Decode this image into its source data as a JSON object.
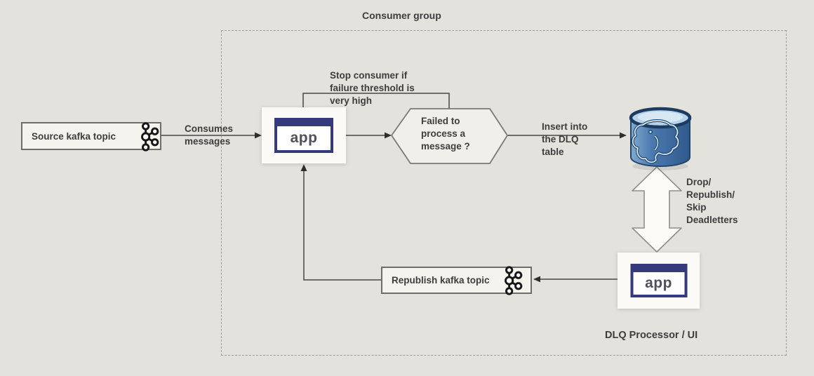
{
  "group": {
    "label": "Consumer group"
  },
  "nodes": {
    "source_topic": {
      "label": "Source kafka topic",
      "icon": "kafka-icon"
    },
    "app_consumer": {
      "label": "app",
      "icon": "app-window-icon"
    },
    "decision": {
      "label": "Failed to\nprocess a\nmessage ?"
    },
    "database": {
      "icon": "postgresql-database-icon"
    },
    "app_dlq": {
      "label": "app",
      "icon": "app-window-icon",
      "caption": "DLQ Processor / UI"
    },
    "republish_topic": {
      "label": "Republish kafka topic",
      "icon": "kafka-icon"
    }
  },
  "edges": {
    "consumes": {
      "label": "Consumes\nmessages"
    },
    "stop_consumer": {
      "label": "Stop consumer if\nfailure threshold is\nvery high"
    },
    "insert_dlq": {
      "label": "Insert into\nthe DLQ\ntable"
    },
    "dlq_actions": {
      "label": "Drop/\nRepublish/\nSkip\nDeadletters"
    }
  },
  "colors": {
    "background": "#e3e2dd",
    "line": "#464646",
    "app_window_navy": "#343a7c",
    "db_body_blue": "#4a7ab0",
    "db_rim_navy": "#1d3b5e",
    "db_top_blue": "#b7d3e9"
  }
}
